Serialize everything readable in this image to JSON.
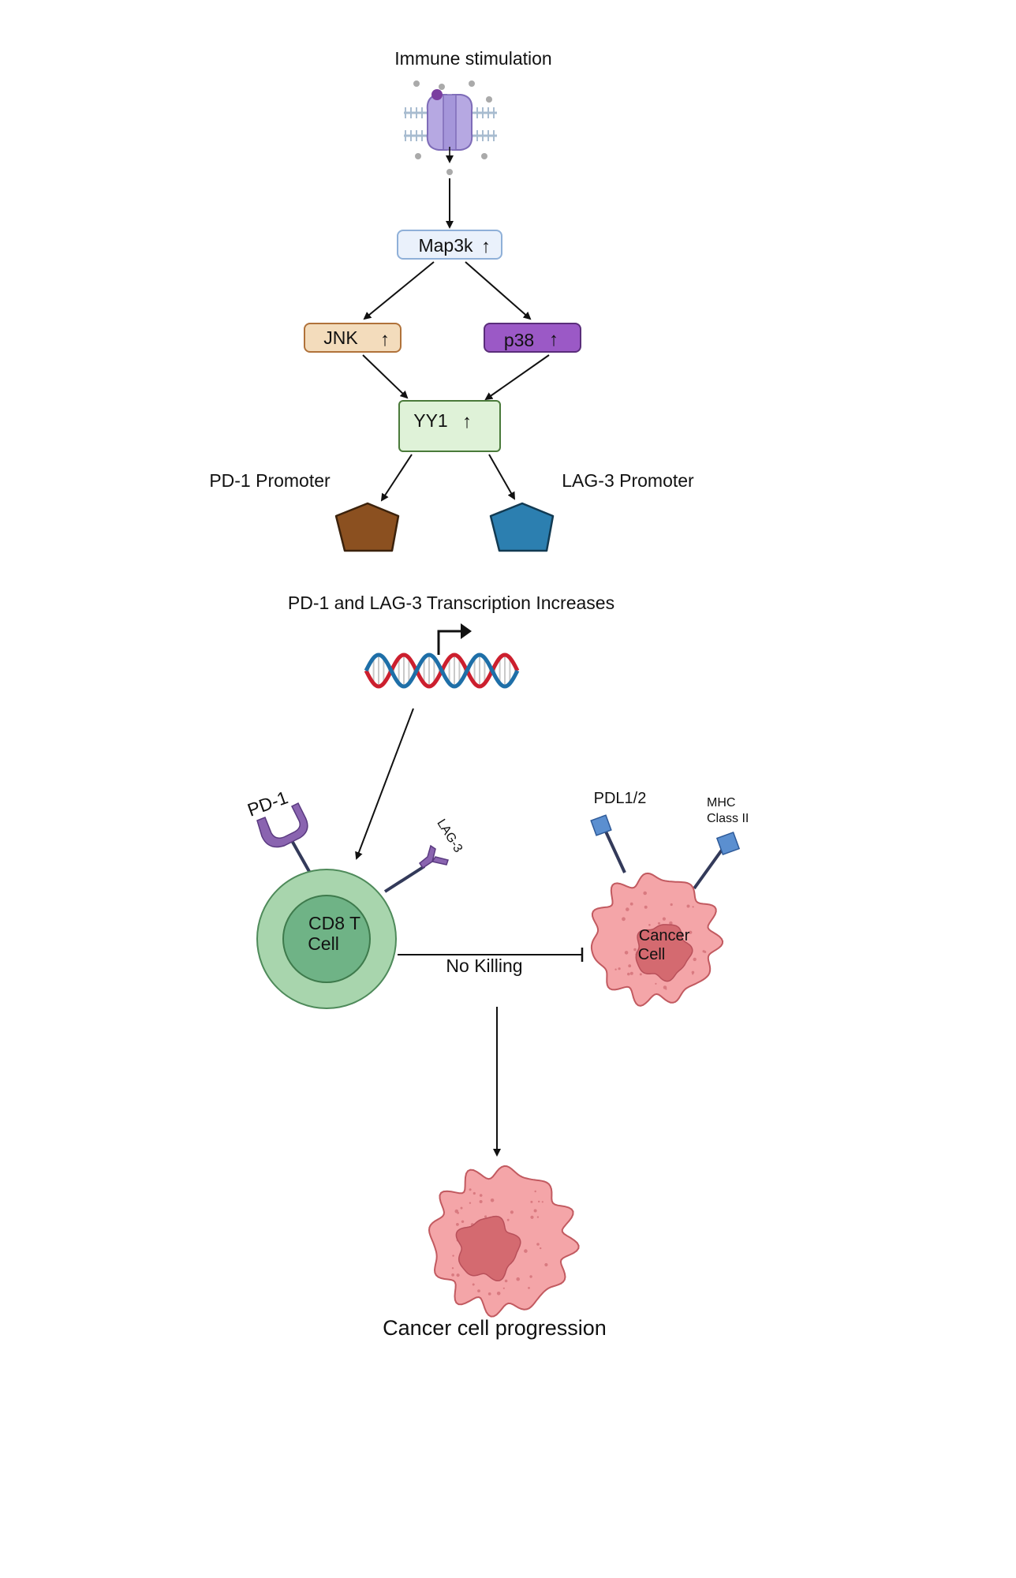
{
  "labels": {
    "immune_stimulation": "Immune stimulation",
    "map3k": "Map3k",
    "jnk": "JNK",
    "p38": "p38",
    "yy1": "YY1",
    "pd1_promoter": "PD-1 Promoter",
    "lag3_promoter": "LAG-3 Promoter",
    "transcription": "PD-1 and LAG-3 Transcription Increases",
    "pd1": "PD-1",
    "lag3": "LAG-3",
    "pdl12": "PDL1/2",
    "mhc_line1": "MHC",
    "mhc_line2": "Class II",
    "cd8_line1": "CD8 T",
    "cd8_line2": "Cell",
    "cancer_line1": "Cancer",
    "cancer_line2": "Cell",
    "no_killing": "No Killing",
    "progression": "Cancer cell progression",
    "up_arrow": "↑"
  },
  "colors": {
    "map3k_fill": "#eaf1fb",
    "map3k_stroke": "#8fb0d8",
    "jnk_fill": "#f3dcbc",
    "jnk_stroke": "#b0723a",
    "p38_fill": "#9b59c6",
    "p38_stroke": "#5a2d7a",
    "yy1_fill": "#dff2d8",
    "yy1_stroke": "#4a7a3a",
    "pd1_promoter": "#8b5020",
    "lag3_promoter": "#2c7fb0",
    "receptor_purple": "#8a64b0",
    "tcell_outer": "#a8d5ad",
    "tcell_inner": "#6fb386",
    "cancer_fill": "#f4a5a8",
    "cancer_nucleus": "#d46a70",
    "ligand_blue": "#5b8fd0",
    "dna_red": "#cc1f2e",
    "dna_blue": "#1e6fa8"
  }
}
